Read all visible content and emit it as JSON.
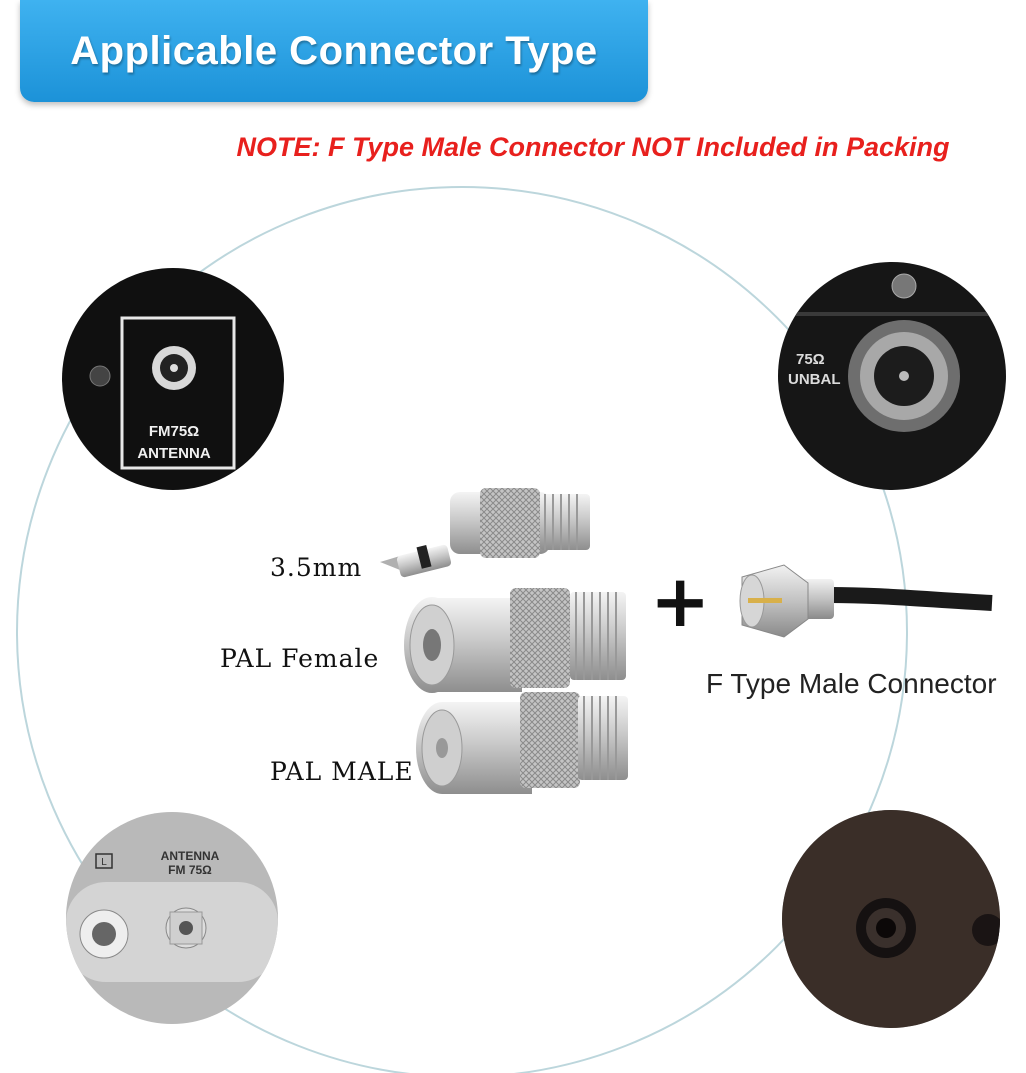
{
  "banner": {
    "title": "Applicable Connector Type"
  },
  "note": "NOTE: F Type Male Connector NOT Included in Packing",
  "photos": {
    "top_left": {
      "text_line1": "FM75Ω",
      "text_line2": "ANTENNA"
    },
    "top_right": {
      "text_line1": "75Ω",
      "text_line2": "UNBAL"
    },
    "bottom_left": {
      "text_line1": "ANTENNA",
      "text_line2": "FM 75Ω",
      "text_line3": "L"
    }
  },
  "adapters": {
    "label_35": "3.5mm",
    "label_pal_female": "PAL Female",
    "label_pal_male": "PAL MALE"
  },
  "plus_symbol": "+",
  "f_connector_label": "F Type Male Connector",
  "colors": {
    "banner": "#2aa3e6",
    "note": "#e8201d",
    "ring": "#bcd6dc"
  }
}
